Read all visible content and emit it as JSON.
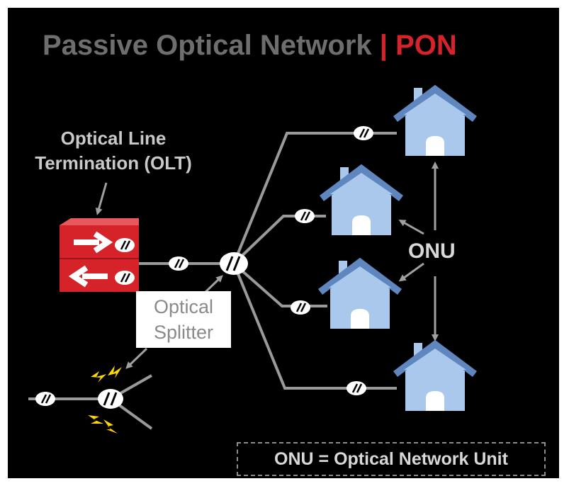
{
  "title": {
    "main": "Passive Optical Network",
    "separator": " | ",
    "accent": "PON"
  },
  "olt": {
    "label_line1": "Optical Line",
    "label_line2": "Termination (OLT)"
  },
  "splitter": {
    "label_line1": "Optical",
    "label_line2": "Splitter"
  },
  "onu": {
    "label": "ONU"
  },
  "legend": {
    "text": "ONU = Optical Network Unit"
  },
  "colors": {
    "background": "#000000",
    "title_gray": "#6e6e6e",
    "accent_red": "#d6232a",
    "olt_red": "#d6232a",
    "house_blue": "#a9c8ec",
    "roof_blue": "#5f86bf",
    "fiber_gray": "#9a9a9a",
    "spark_yellow": "#ffd700"
  }
}
